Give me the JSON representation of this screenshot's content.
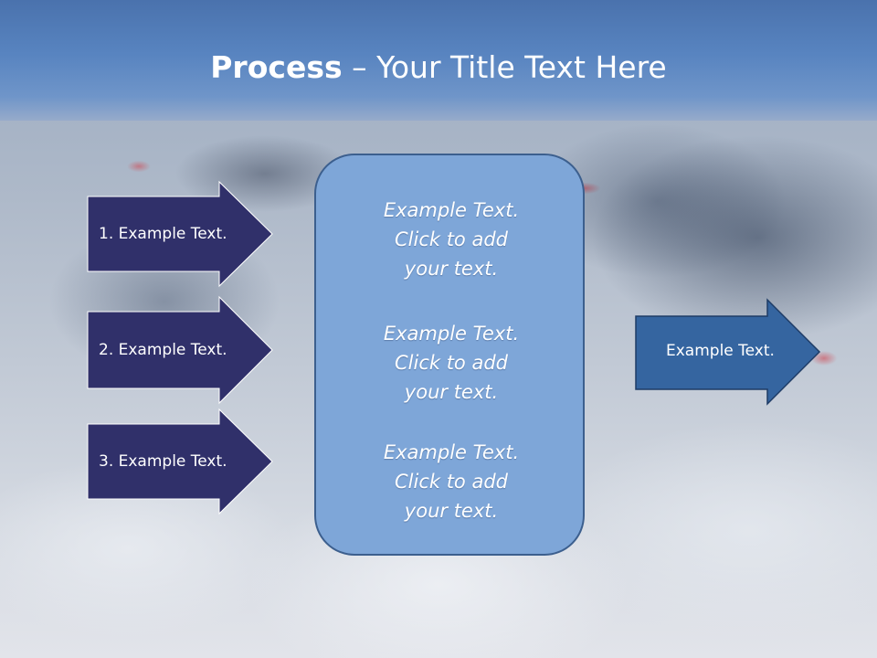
{
  "slide": {
    "title_bold": "Process",
    "title_rest": " – Your Title Text Here"
  },
  "inputs": [
    {
      "label": "1. Example Text."
    },
    {
      "label": "2. Example Text."
    },
    {
      "label": "3. Example Text."
    }
  ],
  "center_box": {
    "items": [
      {
        "text": "Example Text.\nClick  to add\nyour text."
      },
      {
        "text": "Example Text.\nClick  to add\nyour text."
      },
      {
        "text": "Example Text.\nClick  to add\nyour text."
      }
    ]
  },
  "output": {
    "label": "Example Text."
  },
  "colors": {
    "input_arrow_fill": "#30306a",
    "output_arrow_fill": "#3565a0",
    "center_box_fill": "#7ea6d8",
    "title_bar": "#5884c0"
  }
}
